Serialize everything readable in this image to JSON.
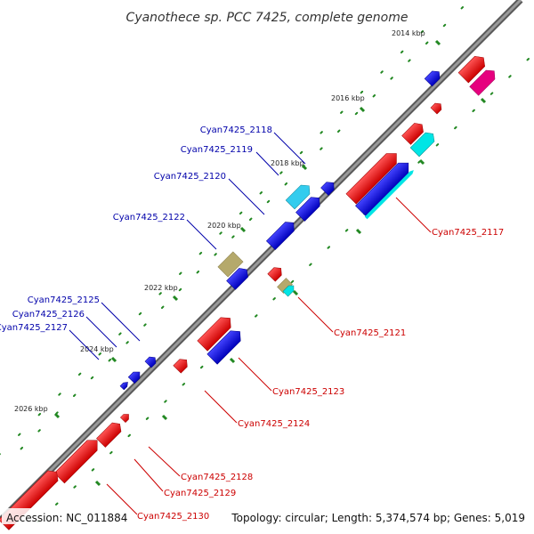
{
  "title": "Cyanothece sp. PCC 7425, complete genome",
  "accession": "Accession: NC_011884",
  "summary": "Topology: circular; Length: 5,374,574 bp; Genes: 5,019",
  "ticks": [
    "2014 kbp",
    "2016 kbp",
    "2018 kbp",
    "2020 kbp",
    "2022 kbp",
    "2024 kbp",
    "2026 kbp"
  ],
  "colors": {
    "backbone": "#808080",
    "forward_cds": "#ff0000",
    "reverse_cds": "#0000ff",
    "forward_label": "#cc0000",
    "reverse_label": "#0000aa",
    "forward_rna": "#00e5e5",
    "reverse_rna": "#33bbee",
    "pseudo": "#b5a96b",
    "other": "#e6007e",
    "tick_mark": "#228822"
  },
  "labels_reverse": [
    "Cyan7425_2118",
    "Cyan7425_2119",
    "Cyan7425_2120",
    "Cyan7425_2122",
    "Cyan7425_2125",
    "Cyan7425_2126",
    "Cyan7425_2127"
  ],
  "labels_forward": [
    "Cyan7425_2117",
    "Cyan7425_2121",
    "Cyan7425_2123",
    "Cyan7425_2124",
    "Cyan7425_2128",
    "Cyan7425_2129",
    "Cyan7425_2130"
  ]
}
